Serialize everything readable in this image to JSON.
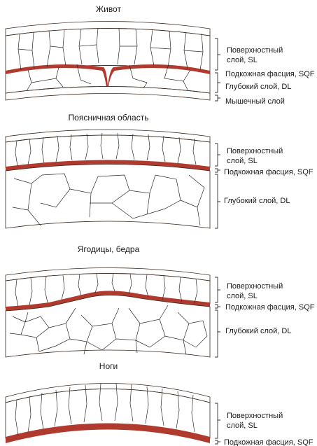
{
  "colors": {
    "superficial_layer": "#d37b3c",
    "deep_layer": "#e4eca0",
    "fascia": "#b03a2e",
    "muscle_layer": "#e8cfae",
    "skin": "#edd9be",
    "outline": "#2a2a2a"
  },
  "sections": [
    {
      "title": "Живот",
      "labels": [
        {
          "lines": [
            "Поверхностный",
            "слой, SL"
          ]
        },
        {
          "lines": [
            "Подкожная фасция, SQF"
          ]
        },
        {
          "lines": [
            "Глубокий слой, DL"
          ]
        },
        {
          "lines": [
            "Мышечный слой"
          ]
        }
      ]
    },
    {
      "title": "Поясничная область",
      "labels": [
        {
          "lines": [
            "Поверхностный",
            "слой, SL"
          ]
        },
        {
          "lines": [
            "Подкожная фасция, SQF"
          ]
        },
        {
          "lines": [
            "Глубокий слой, DL"
          ]
        }
      ]
    },
    {
      "title": "Ягодицы, бедра",
      "labels": [
        {
          "lines": [
            "Поверхностный",
            "слой, SL"
          ]
        },
        {
          "lines": [
            "Подкожная фасция, SQF"
          ]
        },
        {
          "lines": [
            "Глубокий слой, DL"
          ]
        }
      ]
    },
    {
      "title": "Ноги",
      "labels": [
        {
          "lines": [
            "Поверхностный",
            "слой, SL"
          ]
        },
        {
          "lines": [
            "Подкожная фасция, SQF"
          ]
        }
      ]
    }
  ]
}
